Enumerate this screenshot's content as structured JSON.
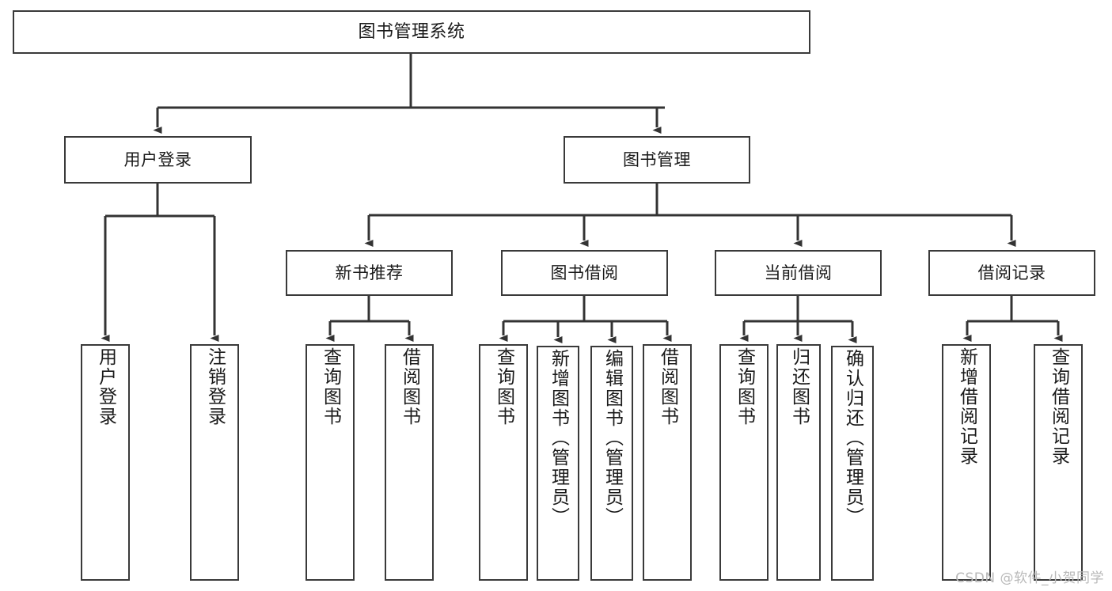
{
  "diagram": {
    "title_node": {
      "label": "图书管理系统"
    },
    "level1": [
      {
        "id": "user-login",
        "label": "用户登录"
      },
      {
        "id": "book-management",
        "label": "图书管理"
      }
    ],
    "level2": [
      {
        "id": "new-book-recommend",
        "label": "新书推荐"
      },
      {
        "id": "book-borrow",
        "label": "图书借阅"
      },
      {
        "id": "current-borrow",
        "label": "当前借阅"
      },
      {
        "id": "borrow-record",
        "label": "借阅记录"
      }
    ],
    "leaves": {
      "user_login": [
        {
          "id": "leaf-user-login",
          "label": "用户登录"
        },
        {
          "id": "leaf-logout-login",
          "label": "注销登录"
        }
      ],
      "new_book_recommend": [
        {
          "id": "leaf-query-book-1",
          "label": "查询图书"
        },
        {
          "id": "leaf-borrow-book-1",
          "label": "借阅图书"
        }
      ],
      "book_borrow": [
        {
          "id": "leaf-query-book-2",
          "label": "查询图书"
        },
        {
          "id": "leaf-add-book",
          "label": "新增图书（管理员）"
        },
        {
          "id": "leaf-edit-book",
          "label": "编辑图书（管理员）"
        },
        {
          "id": "leaf-borrow-book-2",
          "label": "借阅图书"
        }
      ],
      "current_borrow": [
        {
          "id": "leaf-query-book-3",
          "label": "查询图书"
        },
        {
          "id": "leaf-return-book",
          "label": "归还图书"
        },
        {
          "id": "leaf-confirm-return",
          "label": "确认归还（管理员）"
        }
      ],
      "borrow_record": [
        {
          "id": "leaf-add-borrow-record",
          "label": "新增借阅记录"
        },
        {
          "id": "leaf-query-borrow-record",
          "label": "查询借阅记录"
        }
      ]
    },
    "watermark": "CSDN @软件_小贺同学",
    "colors": {
      "stroke": "#3a3a3a",
      "background": "#ffffff",
      "text": "#1a1a1a",
      "watermark": "#b9b9b9"
    }
  },
  "chart_data": {
    "type": "tree-diagram",
    "title": "图书管理系统",
    "root": "图书管理系统",
    "nodes": [
      {
        "level": 0,
        "label": "图书管理系统",
        "parent": null
      },
      {
        "level": 1,
        "label": "用户登录",
        "parent": "图书管理系统"
      },
      {
        "level": 1,
        "label": "图书管理",
        "parent": "图书管理系统"
      },
      {
        "level": 2,
        "label": "用户登录",
        "parent": "用户登录"
      },
      {
        "level": 2,
        "label": "注销登录",
        "parent": "用户登录"
      },
      {
        "level": 2,
        "label": "新书推荐",
        "parent": "图书管理"
      },
      {
        "level": 2,
        "label": "图书借阅",
        "parent": "图书管理"
      },
      {
        "level": 2,
        "label": "当前借阅",
        "parent": "图书管理"
      },
      {
        "level": 2,
        "label": "借阅记录",
        "parent": "图书管理"
      },
      {
        "level": 3,
        "label": "查询图书",
        "parent": "新书推荐"
      },
      {
        "level": 3,
        "label": "借阅图书",
        "parent": "新书推荐"
      },
      {
        "level": 3,
        "label": "查询图书",
        "parent": "图书借阅"
      },
      {
        "level": 3,
        "label": "新增图书（管理员）",
        "parent": "图书借阅"
      },
      {
        "level": 3,
        "label": "编辑图书（管理员）",
        "parent": "图书借阅"
      },
      {
        "level": 3,
        "label": "借阅图书",
        "parent": "图书借阅"
      },
      {
        "level": 3,
        "label": "查询图书",
        "parent": "当前借阅"
      },
      {
        "level": 3,
        "label": "归还图书",
        "parent": "当前借阅"
      },
      {
        "level": 3,
        "label": "确认归还（管理员）",
        "parent": "当前借阅"
      },
      {
        "level": 3,
        "label": "新增借阅记录",
        "parent": "借阅记录"
      },
      {
        "level": 3,
        "label": "查询借阅记录",
        "parent": "借阅记录"
      }
    ]
  }
}
